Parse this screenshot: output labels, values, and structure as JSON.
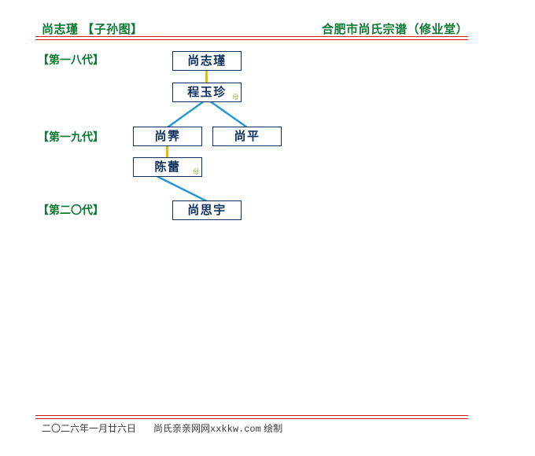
{
  "header": {
    "left_title": "尚志瑾 【子孙图】",
    "right_title": "合肥市尚氏宗谱（修业堂）",
    "rule_color": "#d31616",
    "text_color": "#0a7a33"
  },
  "generations": [
    {
      "id": "gen-18",
      "label": "【第一八代】"
    },
    {
      "id": "gen-19",
      "label": "【第一九代】"
    },
    {
      "id": "gen-20",
      "label": "【第二〇代】"
    }
  ],
  "persons": {
    "shangzhijin": {
      "name": "尚志瑾",
      "generation": "【第一八代】",
      "spouse_mark": ""
    },
    "chengyuzhen": {
      "name": "程玉珍",
      "generation": "【第一八代】",
      "spouse_mark": "母"
    },
    "shangji": {
      "name": "尚霁",
      "generation": "【第一九代】",
      "spouse_mark": ""
    },
    "shangping": {
      "name": "尚平",
      "generation": "【第一九代】",
      "spouse_mark": ""
    },
    "chenlei": {
      "name": "陈蕾",
      "generation": "【第一九代】",
      "spouse_mark": "母"
    },
    "shangsiyu": {
      "name": "尚思宇",
      "generation": "【第二〇代】",
      "spouse_mark": ""
    }
  },
  "connectors": {
    "spouse_color": "#f2b705",
    "child_color": "#2196d8"
  },
  "colors": {
    "box_border": "#0c2f5c",
    "box_text": "#0c2f5c",
    "spouse_mark": "#8fbf3f"
  },
  "footer": {
    "date": "二〇二六年一月廿六日",
    "credit_prefix": "尚氏亲亲网网",
    "credit_site": "xxkkw.com",
    "credit_suffix": " 绘制"
  }
}
